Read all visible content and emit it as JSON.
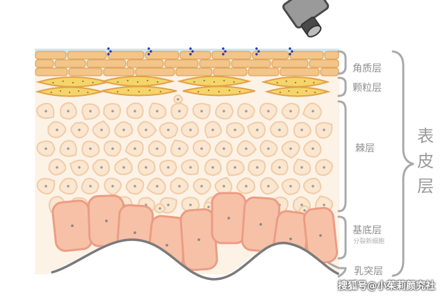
{
  "labels": {
    "stratum_corneum": "角质层",
    "stratum_granulosum": "颗粒层",
    "stratum_spinosum": "棘层",
    "stratum_basale": "基底层",
    "stratum_basale_note": "分裂新细胞",
    "papillary_layer": "乳突层",
    "epidermis": [
      "表",
      "皮",
      "层"
    ]
  },
  "watermark": "搜狐号@小茱莉颜究社",
  "colors": {
    "corneum_fill": "#f2c58a",
    "corneum_stroke": "#e0a35c",
    "granular_fill": "#f5d56a",
    "granular_stroke": "#e3a04a",
    "spinous_fill": "#fbe6cf",
    "spinous_stroke": "#f1cba6",
    "basal_fill": "#f7c1a8",
    "basal_stroke": "#ec9c84",
    "dermis_line": "#7a7a7a",
    "moisture_dots": "#2536a8",
    "surface_film": "#cfe6f2"
  }
}
